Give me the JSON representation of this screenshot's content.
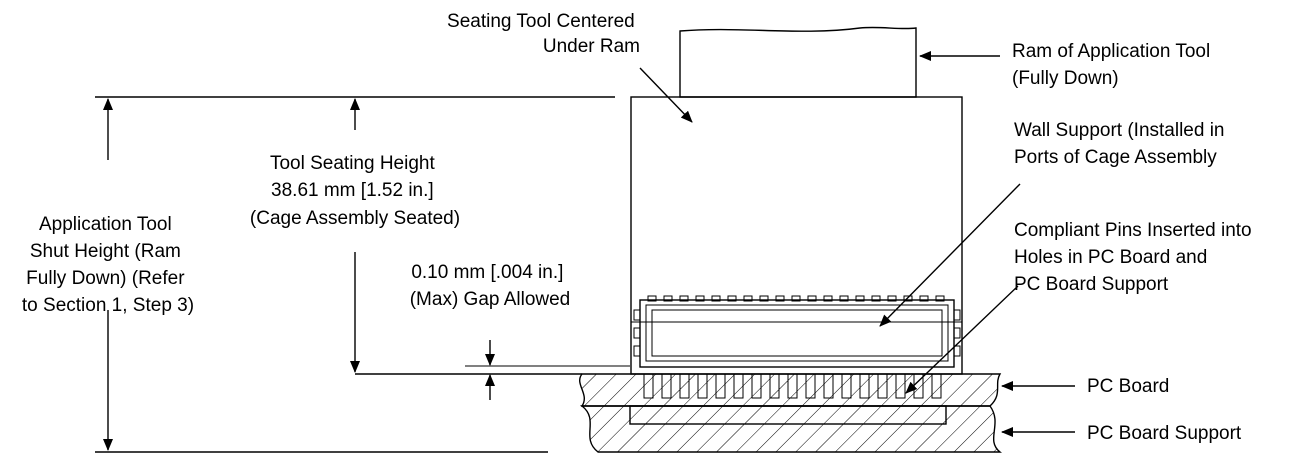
{
  "labels": {
    "seating_tool": [
      "Seating Tool Centered",
      "Under Ram"
    ],
    "ram": [
      "Ram of Application Tool",
      "(Fully Down)"
    ],
    "wall_support": [
      "Wall Support (Installed in",
      "Ports of Cage Assembly"
    ],
    "compliant_pins": [
      "Compliant Pins Inserted into",
      "Holes in PC Board and",
      "PC Board Support"
    ],
    "pc_board": "PC Board",
    "pc_board_support": "PC Board Support",
    "tool_seating_height": [
      "Tool Seating Height",
      "38.61 mm [1.52 in.]",
      "(Cage Assembly Seated)"
    ],
    "gap": [
      "0.10 mm [.004 in.]",
      "(Max) Gap Allowed"
    ],
    "shut_height": [
      "Application Tool",
      "Shut Height (Ram",
      "Fully Down) (Refer",
      "to Section 1, Step 3)"
    ]
  }
}
